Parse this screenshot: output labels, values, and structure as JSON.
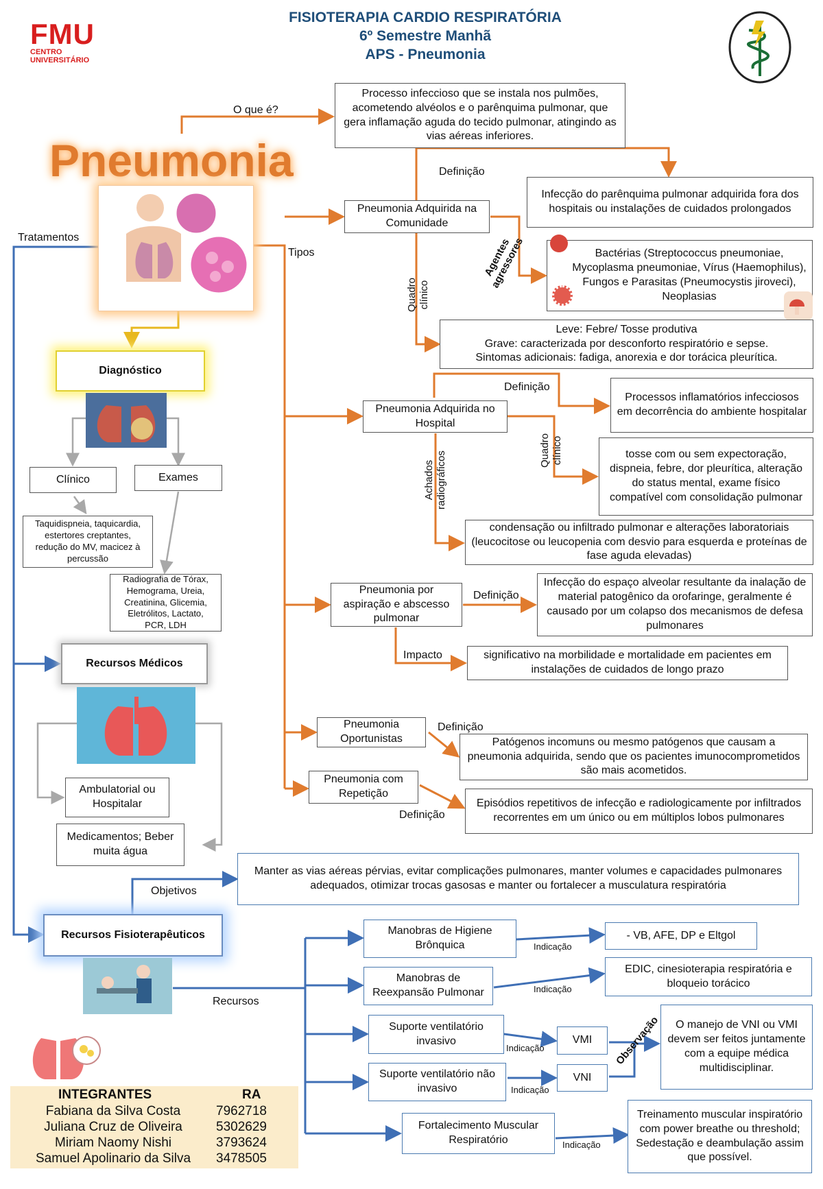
{
  "header": {
    "line1": "FISIOTERAPIA CARDIO RESPIRATÓRIA",
    "line2": "6º Semestre Manhã",
    "line3": "APS - Pneumonia",
    "logo_text": "FMU",
    "logo_sub": "CENTRO UNIVERSITÁRIO"
  },
  "title": "Pneumonia",
  "labels": {
    "o_que_e": "O que é?",
    "definicao": "Definição",
    "tipos": "Tipos",
    "tratamentos": "Tratamentos",
    "agentes": "Agentes agressores",
    "quadro_clinico": "Quadro clínico",
    "achados": "Achados radiográficos",
    "impacto": "Impacto",
    "objetivos": "Objetivos",
    "recursos": "Recursos",
    "indicacao": "Indicação",
    "observacao": "Observação"
  },
  "definition": "Processo infeccioso que se instala nos pulmões, acometendo alvéolos e o parênquima pulmonar, que gera inflamação aguda do tecido pulmonar, atingindo as vias aéreas inferiores.",
  "types": {
    "comunidade": {
      "name": "Pneumonia Adquirida na Comunidade",
      "definicao": "Infecção do parênquima pulmonar adquirida fora dos hospitais ou instalações de cuidados prolongados",
      "agentes": "Bactérias (Streptococcus pneumoniae, Mycoplasma pneumoniae, Vírus (Haemophilus), Fungos e Parasitas (Pneumocystis jiroveci), Neoplasias",
      "quadro_l1": "Leve: Febre/ Tosse produtiva",
      "quadro_l2": "Grave: caracterizada por desconforto respiratório e sepse.",
      "quadro_l3": "Sintomas adicionais: fadiga, anorexia e dor torácica pleurítica."
    },
    "hospital": {
      "name": "Pneumonia Adquirida no Hospital",
      "definicao": "Processos inflamatórios infecciosos em decorrência do ambiente hospitalar",
      "quadro": "tosse com ou sem expectoração, dispneia, febre, dor pleurítica, alteração do status mental, exame físico compatível com consolidação pulmonar",
      "achados": "condensação ou infiltrado pulmonar e alterações laboratoriais (leucocitose ou leucopenia com desvio para esquerda e proteínas de fase aguda elevadas)"
    },
    "aspiracao": {
      "name": "Pneumonia por aspiração e abscesso pulmonar",
      "definicao": "Infecção do espaço alveolar resultante da inalação de material patogênico da orofaringe, geralmente é causado por um colapso dos mecanismos de defesa pulmonares",
      "impacto": "significativo na morbilidade e mortalidade em pacientes em instalações de cuidados de longo prazo"
    },
    "oportunistas": {
      "name": "Pneumonia Oportunistas",
      "definicao": "Patógenos incomuns ou mesmo patógenos que causam a pneumonia adquirida, sendo que os pacientes imunocomprometidos são mais acometidos."
    },
    "repeticao": {
      "name": "Pneumonia com Repetição",
      "definicao": "Episódios repetitivos de infecção e radiologicamente por infiltrados recorrentes em um único ou em múltiplos lobos pulmonares"
    }
  },
  "diagnostico": {
    "title": "Diagnóstico",
    "clinico": "Clínico",
    "exames": "Exames",
    "clinico_detail": "Taquidispneia, taquicardia, estertores creptantes, redução do MV, macicez à percussão",
    "exames_detail": "Radiografia de Tórax, Hemograma, Ureia, Creatinina, Glicemia, Eletrólitos, Lactato, PCR, LDH"
  },
  "medicos": {
    "title": "Recursos Médicos",
    "ambulatorial": "Ambulatorial ou Hospitalar",
    "medicamentos": "Medicamentos; Beber muita água"
  },
  "fisio": {
    "title": "Recursos Fisioterapêuticos",
    "objetivos": "Manter as vias aéreas pérvias, evitar complicações pulmonares, manter volumes e capacidades pulmonares adequados, otimizar trocas gasosas e manter ou fortalecer a musculatura respiratória",
    "items": [
      {
        "name": "Manobras de Higiene Brônquica",
        "ind": "- VB, AFE, DP e Eltgol"
      },
      {
        "name": "Manobras de Reexpansão Pulmonar",
        "ind": "EDIC, cinesioterapia respiratória e bloqueio torácico"
      },
      {
        "name": "Suporte ventilatório invasivo",
        "ind": "VMI"
      },
      {
        "name": "Suporte ventilatório não invasivo",
        "ind": "VNI"
      },
      {
        "name": "Fortalecimento Muscular Respiratório",
        "ind": "Treinamento muscular inspiratório com power breathe ou threshold; Sedestação e deambulação assim que possível."
      }
    ],
    "observacao": "O manejo de VNI ou VMI devem ser feitos juntamente com a equipe médica multidisciplinar."
  },
  "integrantes": {
    "header_name": "INTEGRANTES",
    "header_ra": "RA",
    "rows": [
      {
        "name": "Fabiana da Silva Costa",
        "ra": "7962718"
      },
      {
        "name": "Juliana Cruz de Oliveira",
        "ra": "5302629"
      },
      {
        "name": "Miriam Naomy Nishi",
        "ra": "3793624"
      },
      {
        "name": "Samuel Apolinario da Silva",
        "ra": "3478505"
      }
    ]
  },
  "colors": {
    "orange": "#e07b2e",
    "blue": "#3f6fb5",
    "grey": "#a8a8a8",
    "yellow": "#e8b820",
    "red": "#d81e1e",
    "title_blue": "#1f4e79"
  }
}
